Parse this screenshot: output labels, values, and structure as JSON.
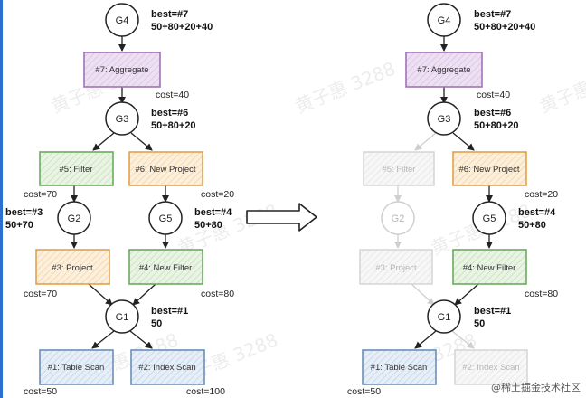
{
  "left": {
    "groups": {
      "G4": {
        "label": "G4",
        "best": "best=#7",
        "sum": "50+80+20+40"
      },
      "G3": {
        "label": "G3",
        "best": "best=#6",
        "sum": "50+80+20"
      },
      "G2": {
        "label": "G2",
        "best": "best=#3",
        "sum": "50+70"
      },
      "G5": {
        "label": "G5",
        "best": "best=#4",
        "sum": "50+80"
      },
      "G1": {
        "label": "G1",
        "best": "best=#1",
        "sum": "50"
      }
    },
    "nodes": {
      "n7": "#7: Aggregate",
      "n5": "#5: Filter",
      "n6": "#6: New Project",
      "n3": "#3: Project",
      "n4": "#4: New Filter",
      "n1": "#1: Table Scan",
      "n2": "#2: Index Scan"
    },
    "costs": {
      "c40": "cost=40",
      "c70a": "cost=70",
      "c20": "cost=20",
      "c70b": "cost=70",
      "c80": "cost=80",
      "c50": "cost=50",
      "c100": "cost=100"
    }
  },
  "right": {
    "groups": {
      "G4": {
        "label": "G4",
        "best": "best=#7",
        "sum": "50+80+20+40"
      },
      "G3": {
        "label": "G3",
        "best": "best=#6",
        "sum": "50+80+20"
      },
      "G2": {
        "label": "G2"
      },
      "G5": {
        "label": "G5",
        "best": "best=#4",
        "sum": "50+80"
      },
      "G1": {
        "label": "G1",
        "best": "best=#1",
        "sum": "50"
      }
    },
    "nodes": {
      "n7": "#7: Aggregate",
      "n5": "#5: Filter",
      "n6": "#6: New Project",
      "n3": "#3: Project",
      "n4": "#4: New Filter",
      "n1": "#1: Table Scan",
      "n2": "#2: Index Scan"
    },
    "costs": {
      "c40": "cost=40",
      "c20": "cost=20",
      "c80": "cost=80",
      "c50": "cost=50"
    }
  },
  "watermarks": [
    "黄子惠 3288",
    "黄子惠 3288",
    "黄子惠 3288",
    "黄子惠 3288",
    "黄子惠 3288",
    "黄子惠 3288",
    "黄子惠 3288",
    "黄子惠 3288"
  ],
  "credit": "@稀土掘金技术社区",
  "colors": {
    "purple_fill": "#eee0f3",
    "purple_stroke": "#a073b5",
    "green_fill": "#e5f2df",
    "green_stroke": "#6aac5c",
    "orange_fill": "#fbead2",
    "orange_stroke": "#e2a14a",
    "blue_fill": "#e1ebf6",
    "blue_stroke": "#6c8fb8",
    "faded_fill": "#f4f4f4",
    "faded_stroke": "#cfcfcf",
    "faded_text": "#b8b8b8",
    "edge": "#222222",
    "left_rule": "#2c6fd1"
  }
}
